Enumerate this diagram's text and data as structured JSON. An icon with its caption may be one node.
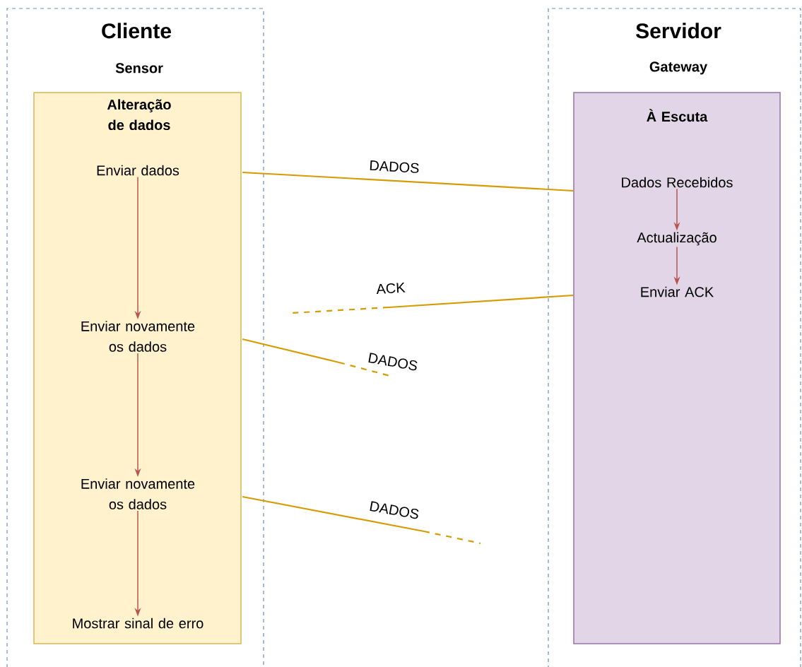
{
  "diagram": {
    "nodes": [
      {
        "text": [
          "Cliente",
          "Sensor"
        ]
      },
      {
        "text": [
          "Alteração de dados"
        ],
        "in": 0
      },
      {
        "text": [
          "Enviar dados"
        ],
        "in": 1
      },
      {
        "text": [
          "Enviar novamente os dados"
        ],
        "in": 1
      },
      {
        "text": [
          "Enviar novamente os dados"
        ],
        "in": 1
      },
      {
        "text": [
          "Mostrar sinal de erro"
        ],
        "in": 1
      },
      {
        "text": [
          "Servidor",
          "Gateway"
        ]
      },
      {
        "text": [
          "À Escuta"
        ],
        "in": 6
      },
      {
        "text": [
          "Dados Recebidos"
        ],
        "in": 7
      },
      {
        "text": [
          "Actualização"
        ],
        "in": 7
      },
      {
        "text": [
          "Enviar ACK"
        ],
        "in": 7
      }
    ],
    "edges": [
      {
        "from": 2,
        "to": 3,
        "arrow": "to"
      },
      {
        "from": 3,
        "to": 4,
        "arrow": "to"
      },
      {
        "from": 4,
        "to": 5,
        "arrow": "to"
      },
      {
        "from": 8,
        "to": 9,
        "arrow": "to"
      },
      {
        "from": 9,
        "to": 10,
        "arrow": "to"
      },
      {
        "from": 2,
        "to": 7,
        "arrow": "none",
        "label": "DADOS",
        "color": "#d79b00"
      },
      {
        "from": 7,
        "to": null,
        "arrow": "none",
        "label": "ACK",
        "color": "#d79b00"
      },
      {
        "from": 3,
        "to": null,
        "arrow": "none",
        "label": "DADOS",
        "color": "#d79b00"
      },
      {
        "from": 4,
        "to": null,
        "arrow": "none",
        "label": "DADOS",
        "color": "#d79b00"
      }
    ]
  }
}
